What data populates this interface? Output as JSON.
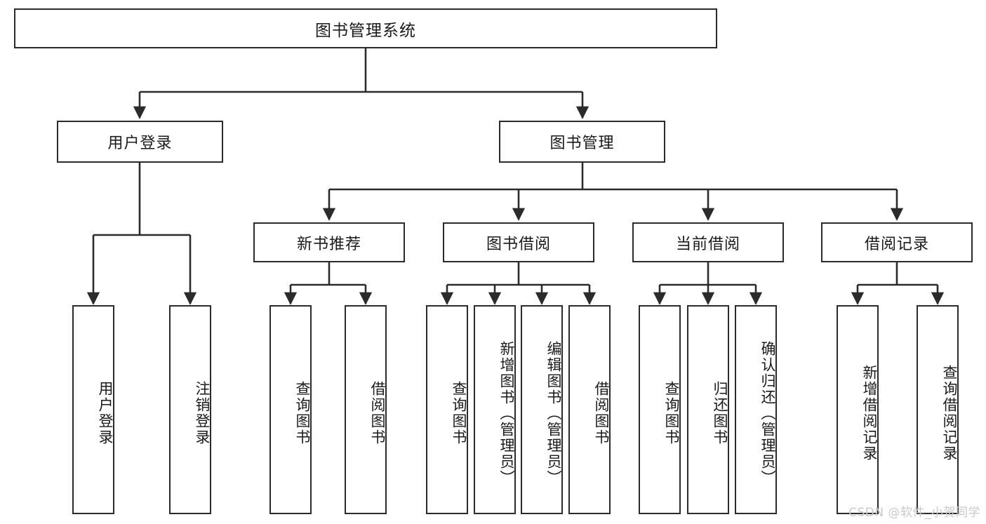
{
  "diagram": {
    "kind": "hierarchy-tree",
    "title": "图书管理系统",
    "watermark": "CSDN @软件_小贺同学",
    "colors": {
      "box_border": "#2b2b2b",
      "box_fill": "#ffffff",
      "edge": "#2b2b2b",
      "text": "#1a1a1a",
      "watermark": "#c9c9c9"
    },
    "nodes": {
      "root": {
        "label": "图书管理系统",
        "level": 1,
        "orientation": "horizontal"
      },
      "l2": [
        {
          "label": "用户登录",
          "level": 2,
          "orientation": "horizontal"
        },
        {
          "label": "图书管理",
          "level": 2,
          "orientation": "horizontal"
        }
      ],
      "l3": [
        {
          "label": "新书推荐",
          "level": 3,
          "orientation": "horizontal"
        },
        {
          "label": "图书借阅",
          "level": 3,
          "orientation": "horizontal"
        },
        {
          "label": "当前借阅",
          "level": 3,
          "orientation": "horizontal"
        },
        {
          "label": "借阅记录",
          "level": 3,
          "orientation": "horizontal"
        }
      ],
      "leaves_user_login": [
        {
          "label": "用户登录",
          "orientation": "vertical"
        },
        {
          "label": "注销登录",
          "orientation": "vertical"
        }
      ],
      "leaves_new_books": [
        {
          "label": "查询图书",
          "orientation": "vertical"
        },
        {
          "label": "借阅图书",
          "orientation": "vertical"
        }
      ],
      "leaves_borrow": [
        {
          "label": "查询图书",
          "orientation": "vertical"
        },
        {
          "label": "新增图书（管理员）",
          "orientation": "vertical"
        },
        {
          "label": "编辑图书（管理员）",
          "orientation": "vertical"
        },
        {
          "label": "借阅图书",
          "orientation": "vertical"
        }
      ],
      "leaves_current": [
        {
          "label": "查询图书",
          "orientation": "vertical"
        },
        {
          "label": "归还图书",
          "orientation": "vertical"
        },
        {
          "label": "确认归还（管理员）",
          "orientation": "vertical"
        }
      ],
      "leaves_records": [
        {
          "label": "新增借阅记录",
          "orientation": "vertical"
        },
        {
          "label": "查询借阅记录",
          "orientation": "vertical"
        }
      ]
    }
  }
}
